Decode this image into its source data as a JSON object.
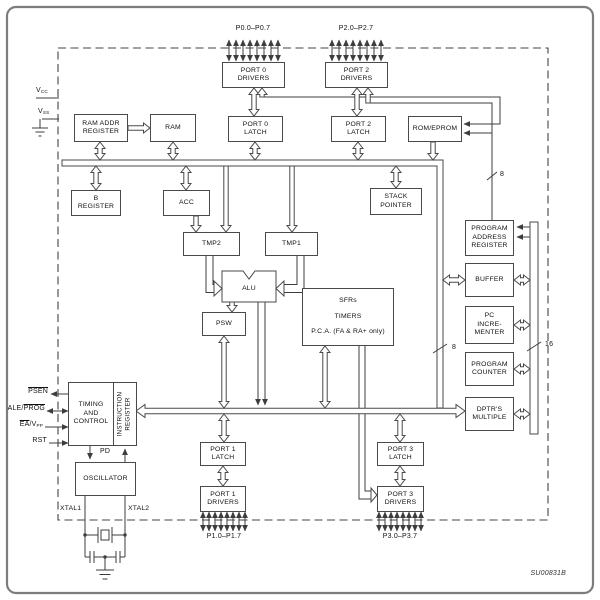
{
  "figure": {
    "code": "SU00831B"
  },
  "pins": {
    "p0": "P0.0–P0.7",
    "p2": "P2.0–P2.7",
    "p1": "P1.0–P1.7",
    "p3": "P3.0–P3.7"
  },
  "power": {
    "vcc_v": "V",
    "vcc_sub": "CC",
    "vss_v": "V",
    "vss_sub": "SS"
  },
  "signals": {
    "psen": "PSEN",
    "ale_pre": "ALE/",
    "ale_over": "PROG",
    "ea_over": "EA",
    "ea_mid": "/V",
    "ea_sub": "PP",
    "rst": "RST"
  },
  "xtal": {
    "x1": "XTAL1",
    "x2": "XTAL2"
  },
  "bus_widths": {
    "rom_data": "8",
    "internal": "8",
    "address": "16"
  },
  "blocks": {
    "port0_drivers": "PORT 0\nDRIVERS",
    "port2_drivers": "PORT 2\nDRIVERS",
    "ram_addr_register": "RAM ADDR\nREGISTER",
    "ram": "RAM",
    "port0_latch": "PORT 0\nLATCH",
    "port2_latch": "PORT 2\nLATCH",
    "rom_eprom": "ROM/EPROM",
    "b_register": "B\nREGISTER",
    "acc": "ACC",
    "stack_pointer": "STACK\nPOINTER",
    "tmp2": "TMP2",
    "tmp1": "TMP1",
    "alu": "ALU",
    "psw": "PSW",
    "sfrs_line1": "SFRs",
    "sfrs_line2": "TIMERS",
    "sfrs_line3": "P.C.A. (FA & RA+ only)",
    "program_address_register": "PROGRAM\nADDRESS\nREGISTER",
    "buffer": "BUFFER",
    "pc_incrementer": "PC\nINCRE-\nMENTER",
    "program_counter": "PROGRAM\nCOUNTER",
    "dptrs_multiple": "DPTR'S\nMULTIPLE",
    "timing_control": "TIMING\nAND\nCONTROL",
    "instruction_register": "INSTRUCTION\nREGISTER",
    "oscillator": "OSCILLATOR",
    "pd": "PD",
    "port1_latch": "PORT 1\nLATCH",
    "port1_drivers": "PORT 1\nDRIVERS",
    "port3_latch": "PORT 3\nLATCH",
    "port3_drivers": "PORT 3\nDRIVERS"
  }
}
